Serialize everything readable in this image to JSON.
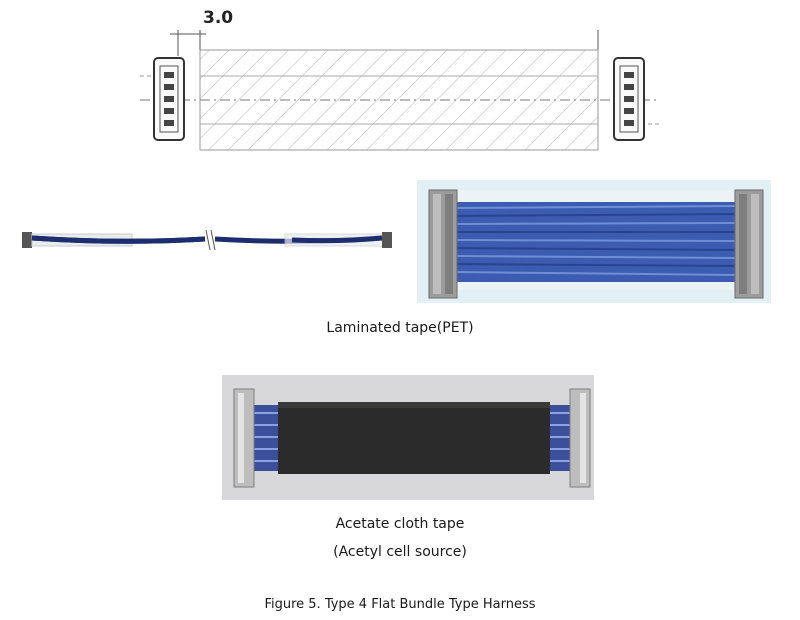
{
  "drawing": {
    "dimension_label": "3.0"
  },
  "captions": {
    "laminated": "Laminated tape(PET)",
    "acetate_line1": "Acetate cloth tape",
    "acetate_line2": "(Acetyl cell source)",
    "figure": "Figure 5. Type 4 Flat Bundle Type Harness"
  },
  "colors": {
    "wire_blue": "#2f4fa6",
    "tape_black": "#2a2a2a",
    "photo_bg_light": "#dfeef3",
    "photo_bg_grey": "#d6d6d8",
    "connector_grey": "#9a9a9a"
  }
}
